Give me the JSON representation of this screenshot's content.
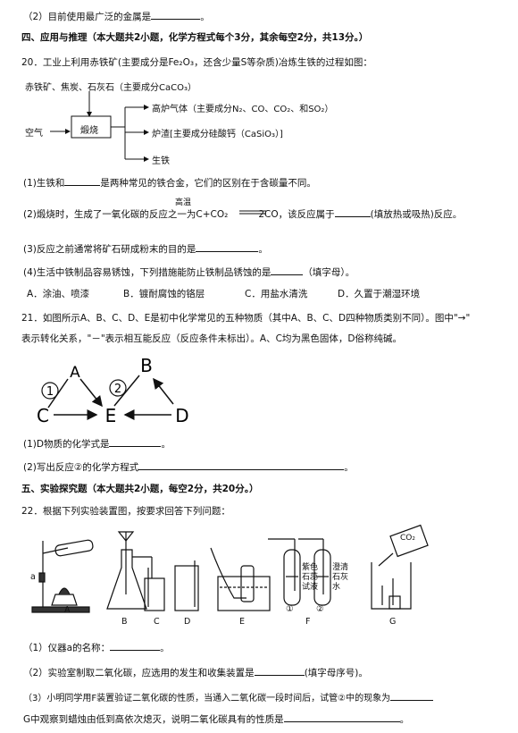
{
  "q19_2": {
    "text": "（2）目前使用最广泛的金属是",
    "end": "。"
  },
  "section4": {
    "title": "四、应用与推理（本大题共2小题，化学方程式每个3分，其余每空2分，共13分。）"
  },
  "q20": {
    "intro": "20．工业上利用赤铁矿(主要成分是Fe₂O₃，还含少量S等杂质)冶炼生铁的过程如图：",
    "diagram": {
      "raw_materials": "赤铁矿、焦炭、石灰石（主要成分CaCO₃）",
      "air": "空气",
      "furnace": "煅烧",
      "output1": "高炉气体（主要成分N₂、CO、CO₂、和SO₂）",
      "output2": "炉渣[主要成分硅酸钙（CaSiO₃）]",
      "output3": "生铁"
    },
    "p1_a": "(1)生铁和",
    "p1_b": "是两种常见的铁合金，它们的区别在于含碳量不同。",
    "p2_a": "(2)煅烧时，生成了一氧化碳的反应之一为C+CO₂",
    "p2_cond": "高温",
    "p2_b": "2CO，该反应属于",
    "p2_c": "(填放热或吸热)反应。",
    "p3_a": "(3)反应之前通常将矿石研成粉末的目的是",
    "p3_b": "。",
    "p4_a": "(4)生活中铁制品容易锈蚀，下列措施能防止铁制品锈蚀的是",
    "p4_b": "（填字母）。",
    "options": [
      "A．涂油、喷漆",
      "B．镀耐腐蚀的铬层",
      "C．用盐水清洗",
      "D．久置于潮湿环境"
    ]
  },
  "q21": {
    "line1": "21．如图所示A、B、C、D、E是初中化学常见的五种物质（其中A、B、C、D四种物质类别不同）。图中\"→\"",
    "line2": "表示转化关系，\"－\"表示相互能反应（反应条件未标出）。A、C均为黑色固体，D俗称纯碱。",
    "nodes": {
      "A": "A",
      "B": "B",
      "C": "C",
      "D": "D",
      "E": "E"
    },
    "circle1": "1",
    "circle2": "2",
    "p1_a": "(1)D物质的化学式是",
    "p1_b": "。",
    "p2_a": "(2)写出反应②的化学方程式",
    "p2_b": "。"
  },
  "section5": {
    "title": "五、实验探究题（本大题共2小题，每空2分，共20分。）"
  },
  "q22": {
    "intro": "22．根据下列实验装置图，按要求回答下列问题：",
    "labels": {
      "A": "A",
      "B": "B",
      "C": "C",
      "D": "D",
      "E": "E",
      "F": "F",
      "G": "G",
      "a": "a",
      "tube1": "紫色石蕊试液",
      "tube2": "澄清石灰水",
      "t1": "①",
      "t2": "②",
      "co2": "CO₂"
    },
    "p1_a": "（1）仪器a的名称：",
    "p1_b": "。",
    "p2_a": "（2）实验室制取二氧化碳，应选用的发生和收集装置是",
    "p2_b": "(填字母序号)。",
    "p3_a": "（3）小明同学用F装置验证二氧化碳的性质，当通入二氧化碳一段时间后，试管②中的现象为",
    "p3_c": "G中观察到蜡烛由低到高依次熄灭，说明二氧化碳具有的性质是",
    "p3_d": "。"
  }
}
